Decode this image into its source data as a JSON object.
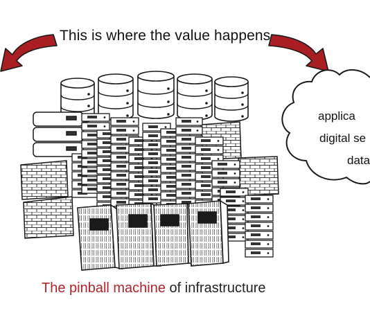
{
  "headline": "This is where the value happens",
  "caption": {
    "accent": "The pinball machine",
    "rest": " of infrastructure"
  },
  "cloud": {
    "lines": [
      "applica",
      "digital se",
      "data"
    ]
  },
  "colors": {
    "arrow": "#a81e22",
    "accent": "#b1232b",
    "ink": "#1a1a1a"
  },
  "icons": [
    "curved-arrow-left-icon",
    "curved-arrow-right-icon",
    "database-icon",
    "server-rack-icon",
    "firewall-icon",
    "cloud-icon"
  ]
}
